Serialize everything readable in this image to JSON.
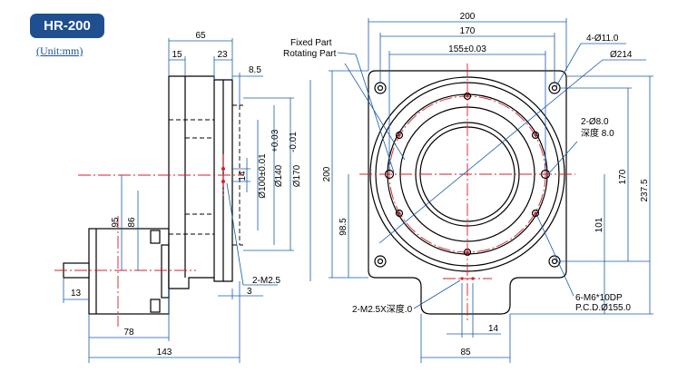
{
  "header": {
    "model": "HR-200",
    "unit": "(Unit:mm)"
  },
  "side_view": {
    "dim_65": "65",
    "dim_15": "15",
    "dim_23": "23",
    "dim_8_5": "8.5",
    "dim_14": "14",
    "dia_100": "Ø100±0.01",
    "dia_140": "Ø140",
    "dia_140_tol": "+0.03",
    "dia_170": "Ø170",
    "dia_170_tol": "-0.01",
    "dim_95": "95",
    "dim_86": "86",
    "dim_13": "13",
    "dim_78": "78",
    "dim_143": "143",
    "note_m25": "2-M2.5",
    "dim_3": "3"
  },
  "front_view": {
    "dim_200_top": "200",
    "dim_170_top": "170",
    "dim_155": "155±0.03",
    "holes_11": "4-Ø11.0",
    "dia_214": "Ø214",
    "fixed_part": "Fixed Part",
    "rotating_part": "Rotating Part",
    "pin_8": "2-Ø8.0",
    "depth_8": "深度 8.0",
    "dim_200_left": "200",
    "dim_98_5": "98.5",
    "dim_170_right": "170",
    "dim_101": "101",
    "dim_237_5": "237.5",
    "note_m25_depth": "2-M2.5X深度.0",
    "tap_m6": "6-M6*10DP",
    "pcd": "P.C.D.Ø155.0",
    "dim_14_bottom": "14",
    "dim_85": "85"
  }
}
